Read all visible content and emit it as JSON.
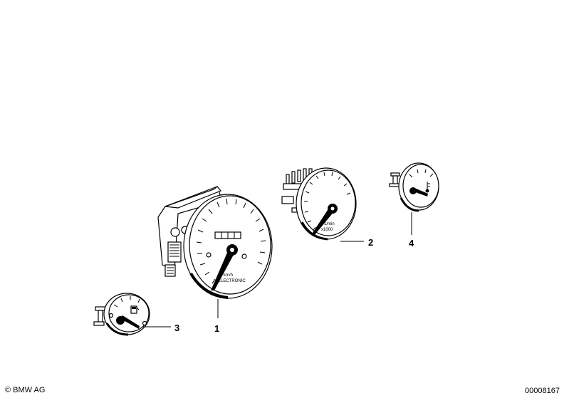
{
  "diagram": {
    "parts": [
      {
        "id": "speedometer",
        "label": "1",
        "dial_units": "km/h",
        "dial_maker": "ELECTRONIC"
      },
      {
        "id": "tachometer",
        "label": "2",
        "dial_units": "1/min",
        "dial_scale": "x1000"
      },
      {
        "id": "fuel-gauge",
        "label": "3"
      },
      {
        "id": "temperature-gauge",
        "label": "4"
      }
    ]
  },
  "footer": {
    "copyright": "© BMW AG",
    "diagram_number": "00008167"
  }
}
